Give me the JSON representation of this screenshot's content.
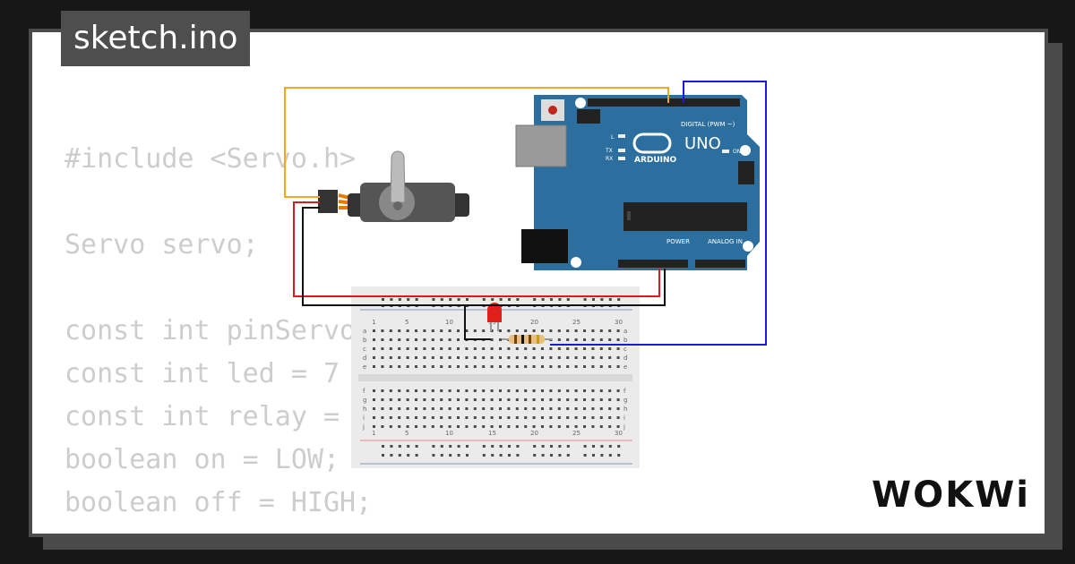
{
  "tab": {
    "filename": "sketch.ino"
  },
  "code_lines": [
    "#include <Servo.h>",
    "",
    "Servo servo;",
    "",
    "const int pinServo",
    "const int led = 7",
    "const int relay =",
    "boolean on = LOW;",
    "boolean off = HIGH;"
  ],
  "brand": {
    "logo": "WOKWi"
  },
  "arduino": {
    "label_uno": "UNO",
    "label_arduino": "ARDUINO",
    "label_digital": "DIGITAL (PWM ~)",
    "label_power": "POWER",
    "label_analog": "ANALOG IN",
    "label_on": "ON",
    "label_l": "L",
    "label_tx": "TX",
    "label_rx": "RX"
  },
  "breadboard": {
    "columns": [
      "1",
      "5",
      "10",
      "15",
      "20",
      "25",
      "30"
    ],
    "rows_top": [
      "a",
      "b",
      "c",
      "d",
      "e"
    ],
    "rows_bottom": [
      "f",
      "g",
      "h",
      "i",
      "j"
    ]
  },
  "colors": {
    "board_blue": "#2c6f9e",
    "wire_orange": "#f5a623",
    "wire_blue": "#1a1adb",
    "wire_red": "#d61c1c",
    "wire_black": "#111111",
    "code_gray": "#cdcdcd"
  }
}
